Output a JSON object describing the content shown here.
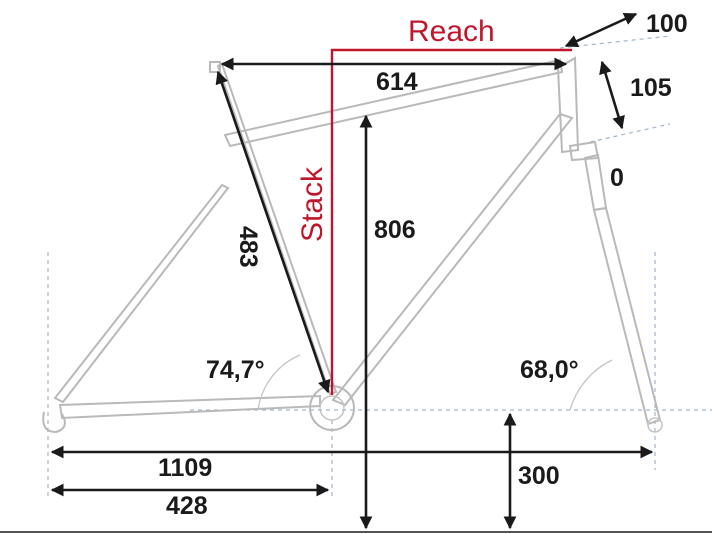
{
  "labels": {
    "reach": "Reach",
    "stack": "Stack",
    "top_tube": "614",
    "seat_tube": "483",
    "stack_value": "806",
    "head_tube": "105",
    "spacer": "100",
    "zero": "0",
    "seat_angle": "74,7°",
    "head_angle": "68,0°",
    "wheelbase": "1109",
    "chainstay": "428",
    "bb_drop": "300"
  },
  "colors": {
    "frame": "#b9b9b9",
    "dimension": "#1a1a1a",
    "highlight": "#c0162c",
    "guide": "#9fb6cc"
  }
}
